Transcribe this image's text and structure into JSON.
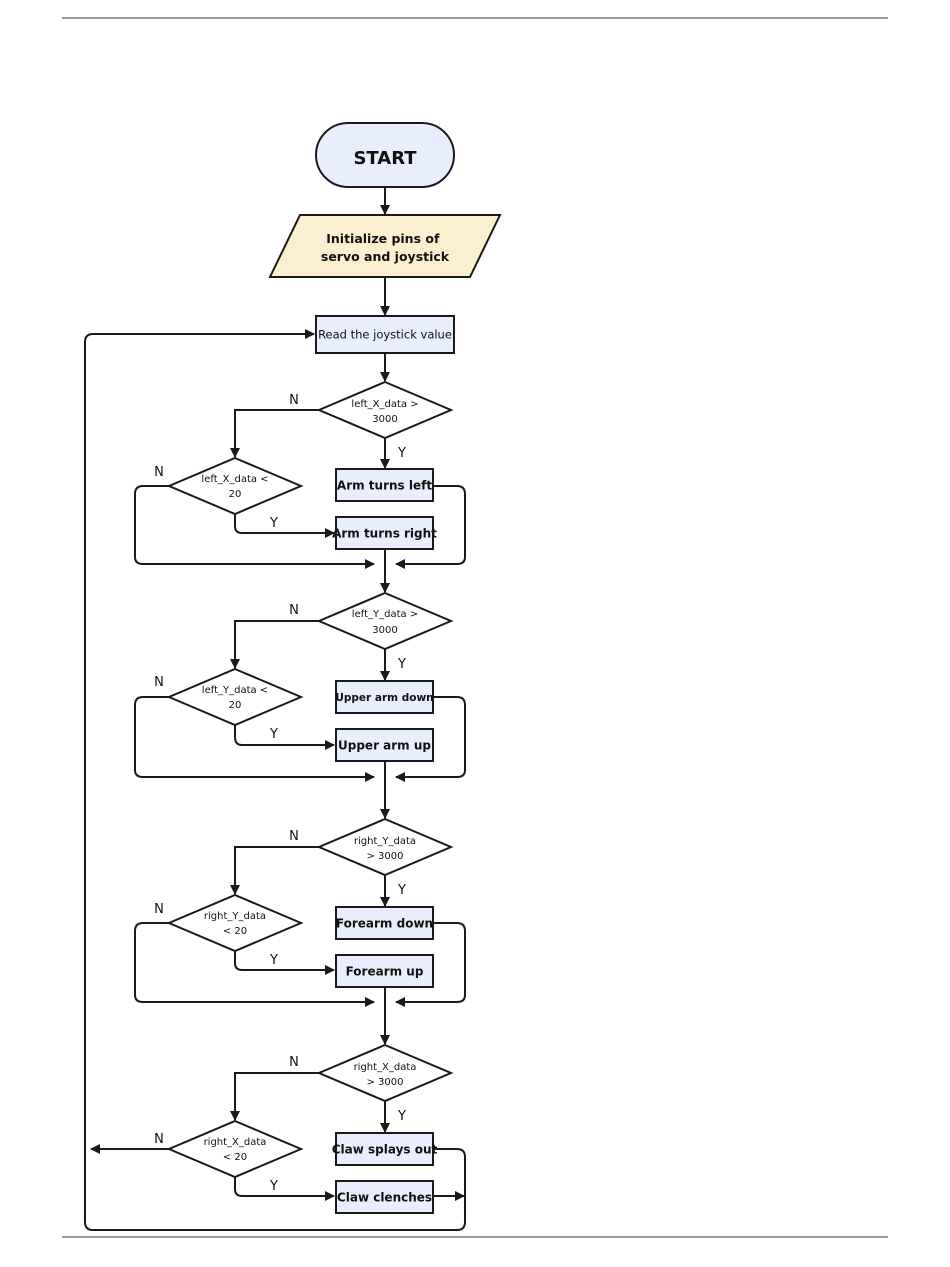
{
  "start": "START",
  "init": [
    "Initialize pins of",
    "servo and joystick"
  ],
  "read": "Read the joystick value",
  "yes": "Y",
  "no": "N",
  "blocks": [
    {
      "decision1": [
        "left_X_data >",
        "3000"
      ],
      "decision2": [
        "left_X_data <",
        "20"
      ],
      "action_yes": "Arm turns left",
      "action_alt": "Arm turns right"
    },
    {
      "decision1": [
        "left_Y_data >",
        "3000"
      ],
      "decision2": [
        "left_Y_data <",
        "20"
      ],
      "action_yes": "Upper arm down",
      "action_alt": "Upper arm up"
    },
    {
      "decision1": [
        "right_Y_data",
        "> 3000"
      ],
      "decision2": [
        "right_Y_data",
        "< 20"
      ],
      "action_yes": "Forearm down",
      "action_alt": "Forearm up"
    },
    {
      "decision1": [
        "right_X_data",
        "> 3000"
      ],
      "decision2": [
        "right_X_data",
        "< 20"
      ],
      "action_yes": "Claw splays out",
      "action_alt": "Claw clenches"
    }
  ],
  "colors": {
    "terminal_fill": "#e8eefc",
    "io_fill": "#faf0cf",
    "process_fill": "#e8eefc",
    "stroke": "#1a1a1a"
  }
}
